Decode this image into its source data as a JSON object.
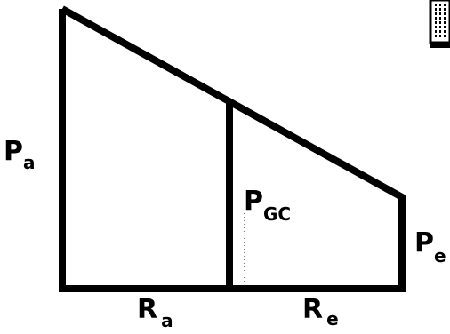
{
  "labels": {
    "pa": {
      "main": "P",
      "sub": "a"
    },
    "pgc": {
      "main": "P",
      "sub": "GC"
    },
    "pe": {
      "main": "P",
      "sub": "e"
    },
    "ra": {
      "main": "R",
      "sub": "a"
    },
    "re": {
      "main": "R",
      "sub": "e"
    }
  },
  "colors": {
    "stroke": "#000000",
    "background": "#ffffff"
  }
}
